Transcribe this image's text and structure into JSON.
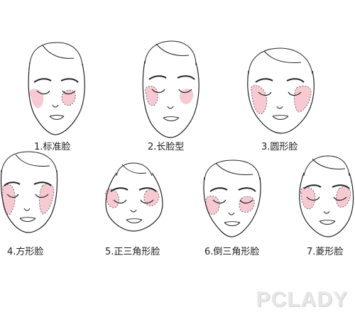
{
  "colors": {
    "line": "#222222",
    "blush": "#f7c9d2",
    "dot": "#555555"
  },
  "faces": [
    {
      "label": "1.标准脸",
      "shape": "standard"
    },
    {
      "label": "2.长脸型",
      "shape": "long"
    },
    {
      "label": "3.圆形脸",
      "shape": "round"
    },
    {
      "label": "4.方形脸",
      "shape": "square"
    },
    {
      "label": "5.正三角形脸",
      "shape": "triangle"
    },
    {
      "label": "6.倒三角形脸",
      "shape": "inverted-triangle"
    },
    {
      "label": "7.菱形脸",
      "shape": "diamond"
    }
  ],
  "watermark": "PCLADY"
}
